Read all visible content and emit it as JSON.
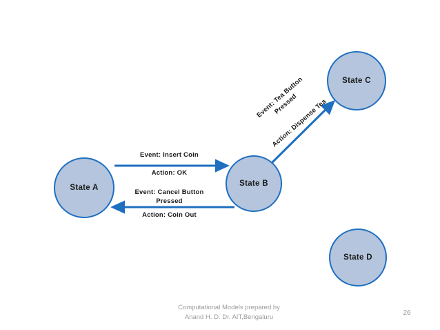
{
  "slide": {
    "background_color": "#ffffff",
    "footer_credit": "Computational Models prepared by\nAnand H. D.   Dr. AIT,Bengaluru",
    "slide_number": "26"
  },
  "theme": {
    "node_fill": "#b4c5dd",
    "node_border": "#1f6fc0",
    "arrow_color": "#1f6fc0",
    "label_color": "#1a1a1a",
    "footer_color": "#9b9b9b"
  },
  "diagram": {
    "type": "state-transition-diagram",
    "nodes": [
      {
        "id": "A",
        "label": "State A"
      },
      {
        "id": "B",
        "label": "State B"
      },
      {
        "id": "C",
        "label": "State C"
      },
      {
        "id": "D",
        "label": "State D"
      }
    ],
    "transitions": [
      {
        "id": "a-to-b",
        "from": "A",
        "to": "B",
        "event": "Event: Insert Coin",
        "action": "Action: OK"
      },
      {
        "id": "b-to-a",
        "from": "B",
        "to": "A",
        "event": "Event: Cancel Button\nPressed",
        "action": "Action: Coin Out"
      },
      {
        "id": "b-to-c",
        "from": "B",
        "to": "C",
        "event": "Event: Tea Button\nPressed",
        "action": "Action: Dispense Tea"
      }
    ]
  }
}
